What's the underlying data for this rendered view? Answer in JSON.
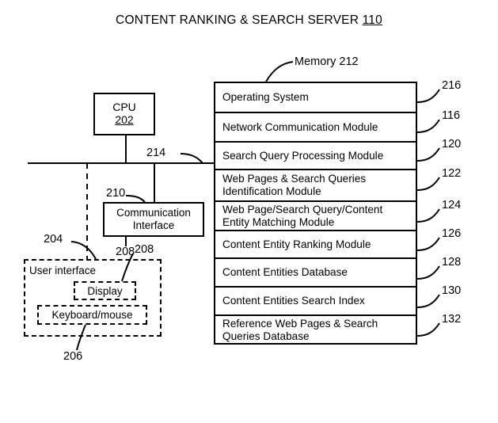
{
  "figure": {
    "title_text": "CONTENT RANKING & SEARCH SERVER ",
    "title_ref": "110"
  },
  "cpu": {
    "label": "CPU",
    "ref": "202"
  },
  "bus": {
    "ref": "214"
  },
  "memory": {
    "label": "Memory 212",
    "rows": [
      {
        "label": "Operating System",
        "ref": "216"
      },
      {
        "label": "Network Communication Module",
        "ref": "116"
      },
      {
        "label": "Search Query Processing Module",
        "ref": "120"
      },
      {
        "label": "Web Pages & Search Queries\nIdentification Module",
        "line1": "Web Pages & Search Queries",
        "line2": "Identification Module",
        "ref": "122"
      },
      {
        "label": "Web Page/Search Query/Content\nEntity Matching Module",
        "line1": "Web Page/Search Query/Content",
        "line2": "Entity Matching Module",
        "ref": "124"
      },
      {
        "label": "Content Entity Ranking Module",
        "ref": "126"
      },
      {
        "label": "Content Entities Database",
        "ref": "128"
      },
      {
        "label": "Content Entities Search Index",
        "ref": "130"
      },
      {
        "label": "Reference Web Pages & Search\nQueries Database",
        "line1": "Reference Web Pages & Search",
        "line2": "Queries Database",
        "ref": "132"
      }
    ]
  },
  "communication_interface": {
    "line1": "Communication",
    "line2": "Interface",
    "ref_leader": "210",
    "ref_below": "208"
  },
  "user_interface": {
    "label": "User interface",
    "ref": "204",
    "display": {
      "label": "Display",
      "ref": "208"
    },
    "keyboard": {
      "label": "Keyboard/mouse",
      "ref": "206"
    }
  },
  "colors": {
    "ink": "#000000",
    "paper": "#ffffff"
  }
}
